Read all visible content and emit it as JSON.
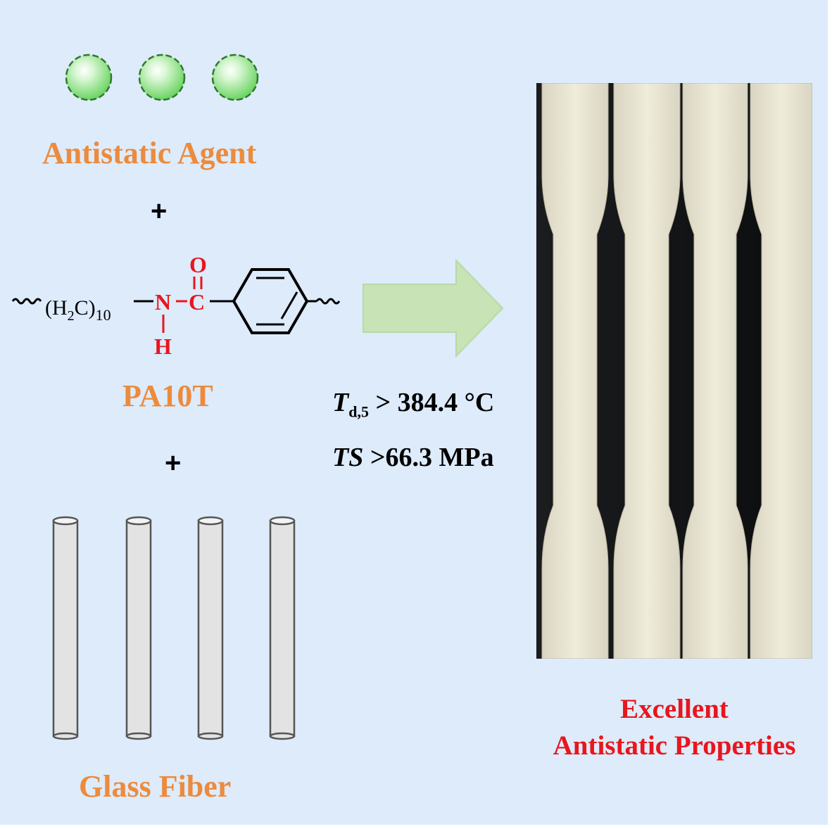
{
  "labels": {
    "antistatic_agent": "Antistatic Agent",
    "plus": "+",
    "pa10t": "PA10T",
    "glass_fiber": "Glass Fiber",
    "excellent_line1": "Excellent",
    "excellent_line2": "Antistatic Properties"
  },
  "properties": {
    "td_symbol": "T",
    "td_subscript": "d,5",
    "td_value": "> 384.4 °C",
    "ts_symbol": "TS",
    "ts_value": ">66.3 MPa"
  },
  "structure": {
    "chain_left": "(H",
    "sub_2": "2",
    "chain_mid": "C)",
    "sub_10": "10",
    "nitrogen": "N",
    "hydrogen": "H",
    "carbon": "C",
    "oxygen": "O"
  },
  "colors": {
    "background": "#ddebfb",
    "orange_label": "#ec8b3d",
    "red_text": "#e8161d",
    "arrow_fill": "#c8e3b5",
    "sphere_green": "#8fdc85"
  },
  "icons": {
    "agent_particle": "green-sphere-icon",
    "fiber": "glass-cylinder-icon",
    "arrow": "right-arrow-icon",
    "specimens": "tensile-specimen-photo"
  }
}
